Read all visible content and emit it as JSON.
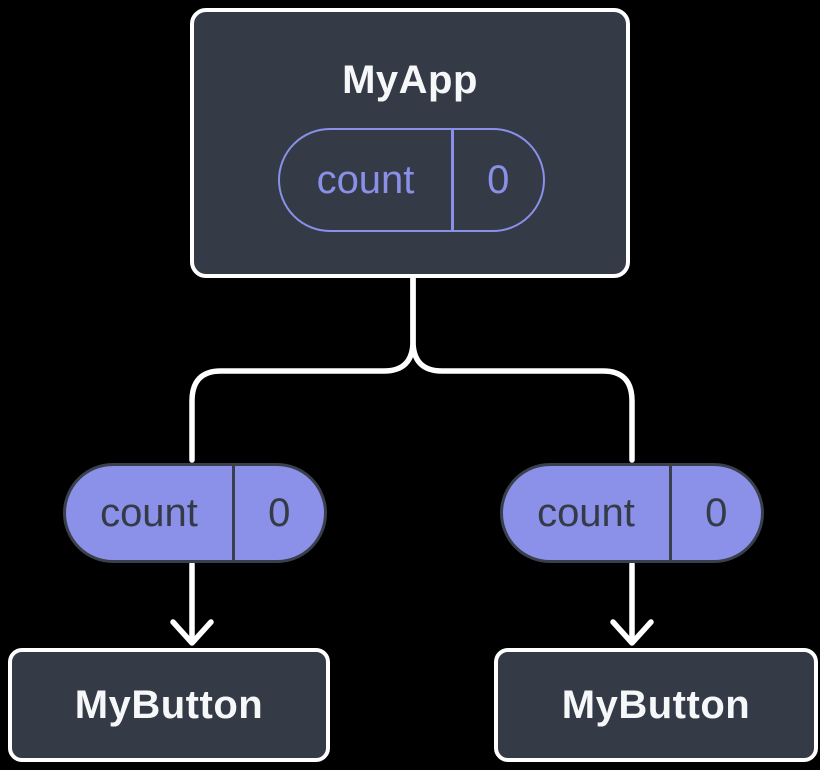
{
  "diagram": {
    "colors": {
      "background": "#000000",
      "node_fill": "#343B47",
      "node_border": "#FFFFFF",
      "node_text": "#F6F7F9",
      "accent_purple": "#8A90E8",
      "pill_fill": "#8B90E8",
      "pill_dark_border": "#3A404B",
      "pill_dark_text": "#343B47",
      "connector": "#FFFFFF"
    },
    "root_node": {
      "label": "MyApp",
      "state_pill": {
        "name": "count",
        "value": "0"
      }
    },
    "prop_pills": [
      {
        "name": "count",
        "value": "0"
      },
      {
        "name": "count",
        "value": "0"
      }
    ],
    "child_nodes": [
      {
        "label": "MyButton"
      },
      {
        "label": "MyButton"
      }
    ]
  }
}
